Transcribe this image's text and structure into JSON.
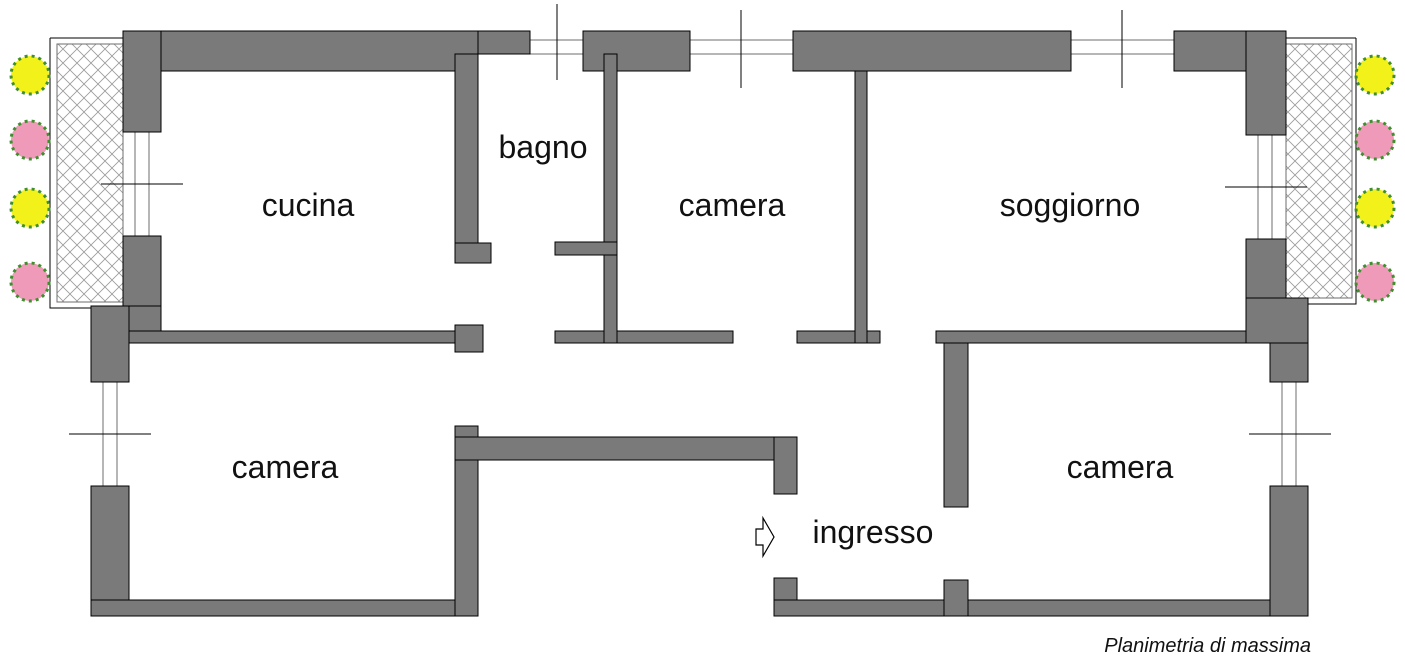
{
  "rooms": {
    "cucina": "cucina",
    "bagno": "bagno",
    "camera_top": "camera",
    "soggiorno": "soggiorno",
    "camera_left": "camera",
    "camera_right": "camera",
    "ingresso": "ingresso"
  },
  "caption": "Planimetria di massima",
  "colors": {
    "wall": "#7a7a7a",
    "plant_yellow": "#f2f21a",
    "plant_pink": "#ef9ab8",
    "plant_green": "#3f8f2f"
  },
  "icons": [
    "entrance-arrow-icon",
    "plant-icon"
  ]
}
